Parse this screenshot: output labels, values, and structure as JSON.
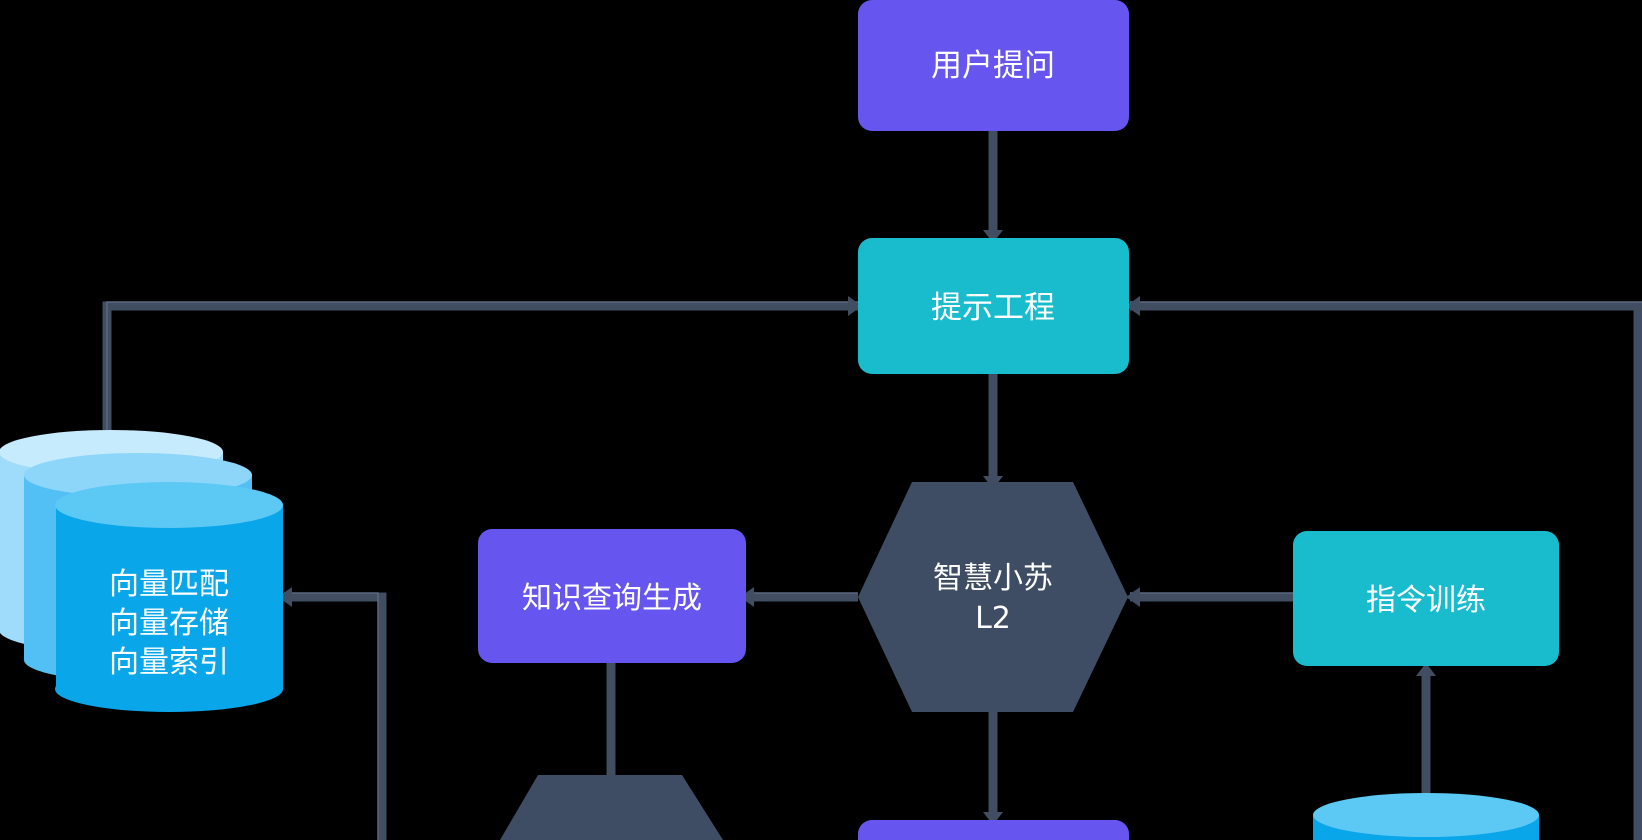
{
  "nodes": {
    "user_question": "用户提问",
    "prompt_engineering": "提示工程",
    "core_model_line1": "智慧小苏",
    "core_model_line2": "L2",
    "knowledge_query": "知识查询生成",
    "instruction_training": "指令训练",
    "vector_db_line1": "向量匹配",
    "vector_db_line2": "向量存储",
    "vector_db_line3": "向量索引"
  },
  "colors": {
    "background": "#000000",
    "purple_box": "#6655ee",
    "teal_box": "#18bccc",
    "hexagon": "#3e4d63",
    "connector": "#414d60",
    "cylinder_body": "#0aa6ea",
    "cylinder_top": "#5cc8f4",
    "cylinder_back": "#9fdcfb"
  },
  "icons": {
    "arrowhead": "arrowhead-icon"
  }
}
